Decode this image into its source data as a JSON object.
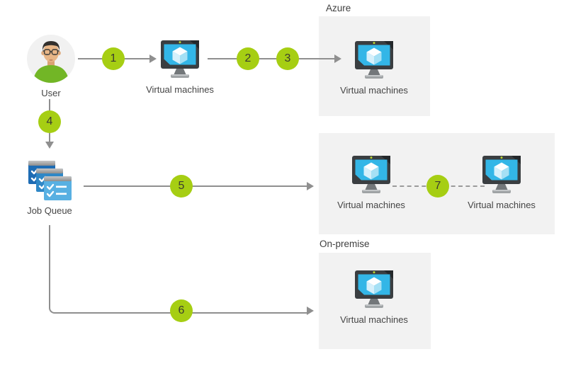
{
  "zones": {
    "azure": {
      "label": "Azure"
    },
    "on_premise": {
      "label": "On-premise"
    }
  },
  "nodes": {
    "user": {
      "label": "User"
    },
    "vm_entry": {
      "label": "Virtual machines"
    },
    "vm_azure": {
      "label": "Virtual machines"
    },
    "vm_scale_left": {
      "label": "Virtual machines"
    },
    "vm_scale_right": {
      "label": "Virtual machines"
    },
    "vm_on_premise": {
      "label": "Virtual machines"
    },
    "job_queue": {
      "label": "Job Queue"
    }
  },
  "steps": [
    "1",
    "2",
    "3",
    "4",
    "5",
    "6",
    "7"
  ],
  "colors": {
    "step_badge_green": "#a6ce13",
    "zone_background": "#f2f2f2",
    "arrow_gray": "#8f8f8f",
    "monitor_frame": "#3a3e41",
    "screen_cyan": "#33b6e7",
    "shirt_green": "#72b626",
    "queue_front_blue": "#58b0e2",
    "queue_mid_blue": "#2f87c6",
    "queue_back_blue": "#1e6cb4"
  }
}
